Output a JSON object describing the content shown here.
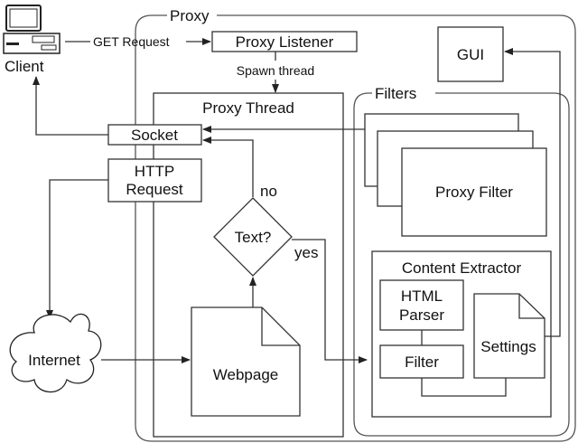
{
  "diagram": {
    "proxy_label": "Proxy",
    "client_label": "Client",
    "get_request_label": "GET Request",
    "proxy_listener_label": "Proxy Listener",
    "spawn_thread_label": "Spawn thread",
    "gui_label": "GUI",
    "proxy_thread_label": "Proxy Thread",
    "filters_label": "Filters",
    "socket_label": "Socket",
    "http_request_line1": "HTTP",
    "http_request_line2": "Request",
    "no_label": "no",
    "text_decision_label": "Text?",
    "yes_label": "yes",
    "proxy_filter_label": "Proxy Filter",
    "content_extractor_label": "Content Extractor",
    "html_parser_line1": "HTML",
    "html_parser_line2": "Parser",
    "settings_label": "Settings",
    "filter_label": "Filter",
    "internet_label": "Internet",
    "webpage_label": "Webpage"
  }
}
